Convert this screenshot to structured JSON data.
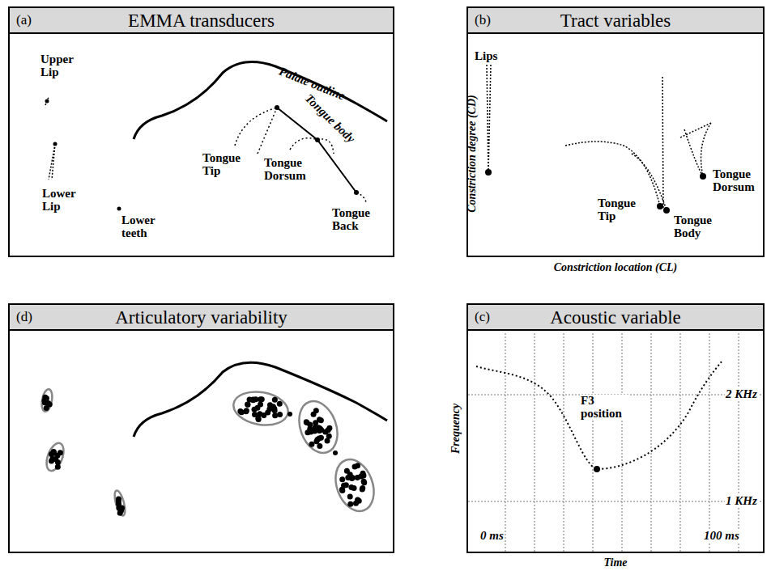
{
  "diagram": {
    "nodes": [
      {
        "text": [
          "(a)",
          "EMMA transducers"
        ]
      },
      {
        "text": [
          "(b)",
          "Tract variables"
        ]
      },
      {
        "text": [
          "(d)",
          "Articulatory variability"
        ]
      },
      {
        "text": [
          "(c)",
          "Acoustic variable"
        ]
      }
    ],
    "labels": [
      "Upper Lip",
      "Lower Lip",
      "Lower teeth",
      "Palate outline",
      "Tongue body",
      "Tongue Tip",
      "Tongue Dorsum",
      "Tongue Back",
      "Lips",
      "Constriction degree (CD)",
      "Tongue Tip",
      "Tongue Body",
      "Tongue Dorsum",
      "Constriction location (CL)",
      "Frequency",
      "2 KHz",
      "F3 position",
      "1 KHz",
      "0 ms",
      "100 ms",
      "Time"
    ]
  }
}
